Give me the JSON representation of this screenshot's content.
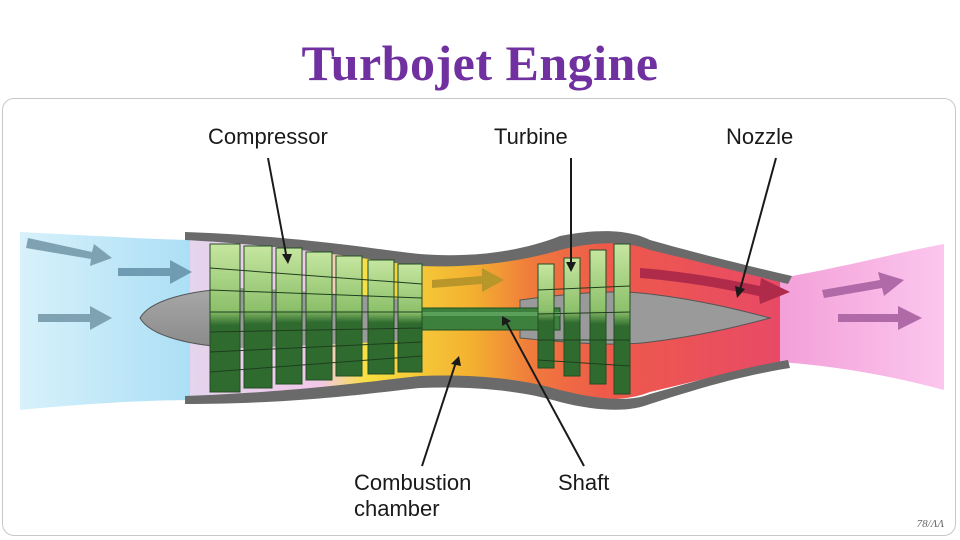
{
  "slide": {
    "title": "Turbojet Engine",
    "page_number": "78/ΛΛ"
  },
  "diagram": {
    "labels": {
      "compressor": "Compressor",
      "turbine": "Turbine",
      "nozzle": "Nozzle",
      "combustion_line1": "Combustion",
      "combustion_line2": "chamber",
      "shaft": "Shaft"
    },
    "colors": {
      "intake": "#aee3f7",
      "compressor_zone": "#e8d2f0",
      "combustion": "#f3e034",
      "turbine_zone": "#f07040",
      "nozzle_zone": "#e8505a",
      "exhaust": "#f8b4e4",
      "casing": "#666666",
      "core": "#9e9e9e",
      "blade_light": "#b9dc94",
      "blade_dark": "#2f6b2f",
      "shaft": "#3d7f3d",
      "arrow_intake": "#7a9fb0",
      "arrow_exhaust": "#b06aa8"
    }
  }
}
